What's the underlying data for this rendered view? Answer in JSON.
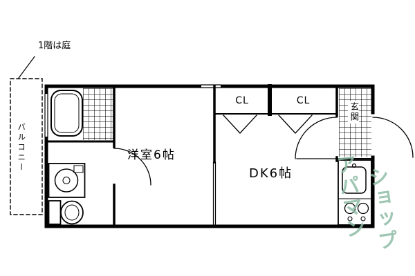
{
  "floorplan": {
    "note": "1階は庭",
    "balcony": "バルコニー",
    "rooms": {
      "western": "洋室6帖",
      "dk": "DK6帖",
      "cl1": "CL",
      "cl2": "CL",
      "entrance": "玄関"
    },
    "watermark": {
      "top": "アパマン",
      "bottom": "ショップ",
      "color": "#8fbda6"
    },
    "colors": {
      "wall": "#000000",
      "background": "#ffffff"
    }
  }
}
